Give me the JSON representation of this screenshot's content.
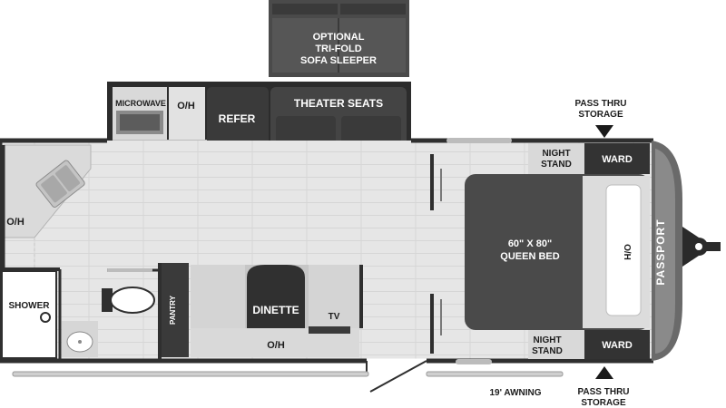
{
  "labels": {
    "sofa_sleeper": [
      "OPTIONAL",
      "TRI-FOLD",
      "SOFA SLEEPER"
    ],
    "microwave": "MICROWAVE",
    "oh_kitchen": "O/H",
    "refer": "REFER",
    "theater_seats": "THEATER SEATS",
    "pass_thru_top": [
      "PASS THRU",
      "STORAGE"
    ],
    "night_stand_top": [
      "NIGHT",
      "STAND"
    ],
    "ward_top": "WARD",
    "oh_front": "O/H",
    "bed": [
      "60\" X 80\"",
      "QUEEN BED"
    ],
    "oh_bed": "O/H",
    "brand": "PASSPORT",
    "shower": "SHOWER",
    "pantry": "PANTRY",
    "dinette": "DINETTE",
    "tv": "TV",
    "oh_dinette": "O/H",
    "night_stand_bottom": [
      "NIGHT",
      "STAND"
    ],
    "ward_bottom": "WARD",
    "awning": "19' AWNING",
    "pass_thru_bottom": [
      "PASS THRU",
      "STORAGE"
    ]
  },
  "colors": {
    "wall": "#2f2f2f",
    "floor": "#e4e4e4",
    "cabinet": "#3a3a3a",
    "counter": "#d8d8d8",
    "bed": "#4a4a4a",
    "accent": "#6a6a6a"
  }
}
